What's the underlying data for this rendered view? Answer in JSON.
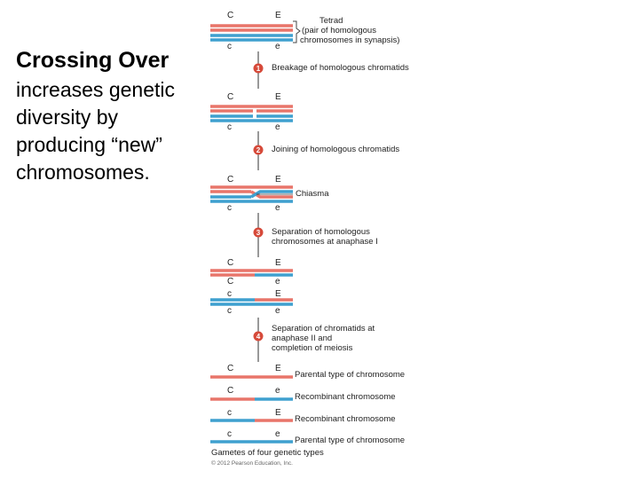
{
  "slide": {
    "title": "Crossing Over",
    "subtitle": "increases genetic diversity by producing “new” chromosomes."
  },
  "colors": {
    "maternal": "#e8756a",
    "paternal": "#3fa0cf",
    "arrow": "#333333",
    "step_circle": "#d64a3a"
  },
  "diagram": {
    "tetrad_label_line1": "Tetrad",
    "tetrad_label_line2": "(pair of homologous",
    "tetrad_label_line3": "chromosomes in synapsis)",
    "steps": [
      {
        "num": "1",
        "line1": "Breakage of homologous chromatids",
        "line2": "",
        "line3": ""
      },
      {
        "num": "2",
        "line1": "Joining of homologous chromatids",
        "line2": "",
        "line3": ""
      },
      {
        "num": "3",
        "line1": "Separation of homologous",
        "line2": "chromosomes at anaphase I",
        "line3": ""
      },
      {
        "num": "4",
        "line1": "Separation of chromatids at",
        "line2": "anaphase II and",
        "line3": "completion of meiosis"
      }
    ],
    "chiasma_label": "Chiasma",
    "alleles": {
      "C": "C",
      "c": "c",
      "E": "E",
      "e": "e"
    },
    "gametes": [
      {
        "left": "C",
        "right": "E",
        "label": "Parental type of chromosome"
      },
      {
        "left": "C",
        "right": "e",
        "label": "Recombinant chromosome"
      },
      {
        "left": "c",
        "right": "E",
        "label": "Recombinant chromosome"
      },
      {
        "left": "c",
        "right": "e",
        "label": "Parental type of chromosome"
      }
    ],
    "gametes_caption": "Gametes of four genetic types",
    "copyright": "© 2012 Pearson Education, Inc."
  }
}
